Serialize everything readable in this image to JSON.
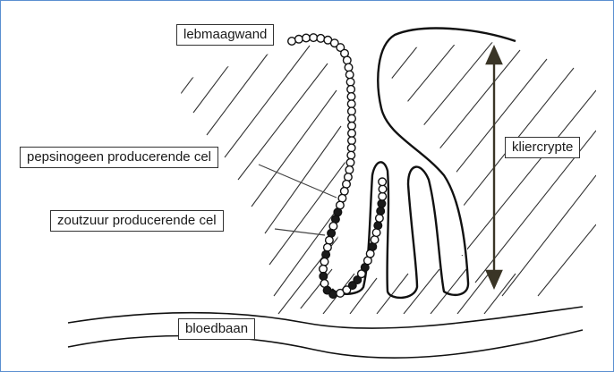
{
  "labels": {
    "lebmaagwand": "lebmaagwand",
    "pepsinogeen": "pepsinogeen producerende  cel",
    "zoutzuur": "zoutzuur producerende cel",
    "kliercrypte": "kliercrypte",
    "bloedbaan": "bloedbaan"
  },
  "colors": {
    "stroke": "#111111",
    "hatch": "#333333",
    "frame": "#5b8fd0",
    "arrow": "#3a3526",
    "dark_cell": "#1a1a1a"
  }
}
